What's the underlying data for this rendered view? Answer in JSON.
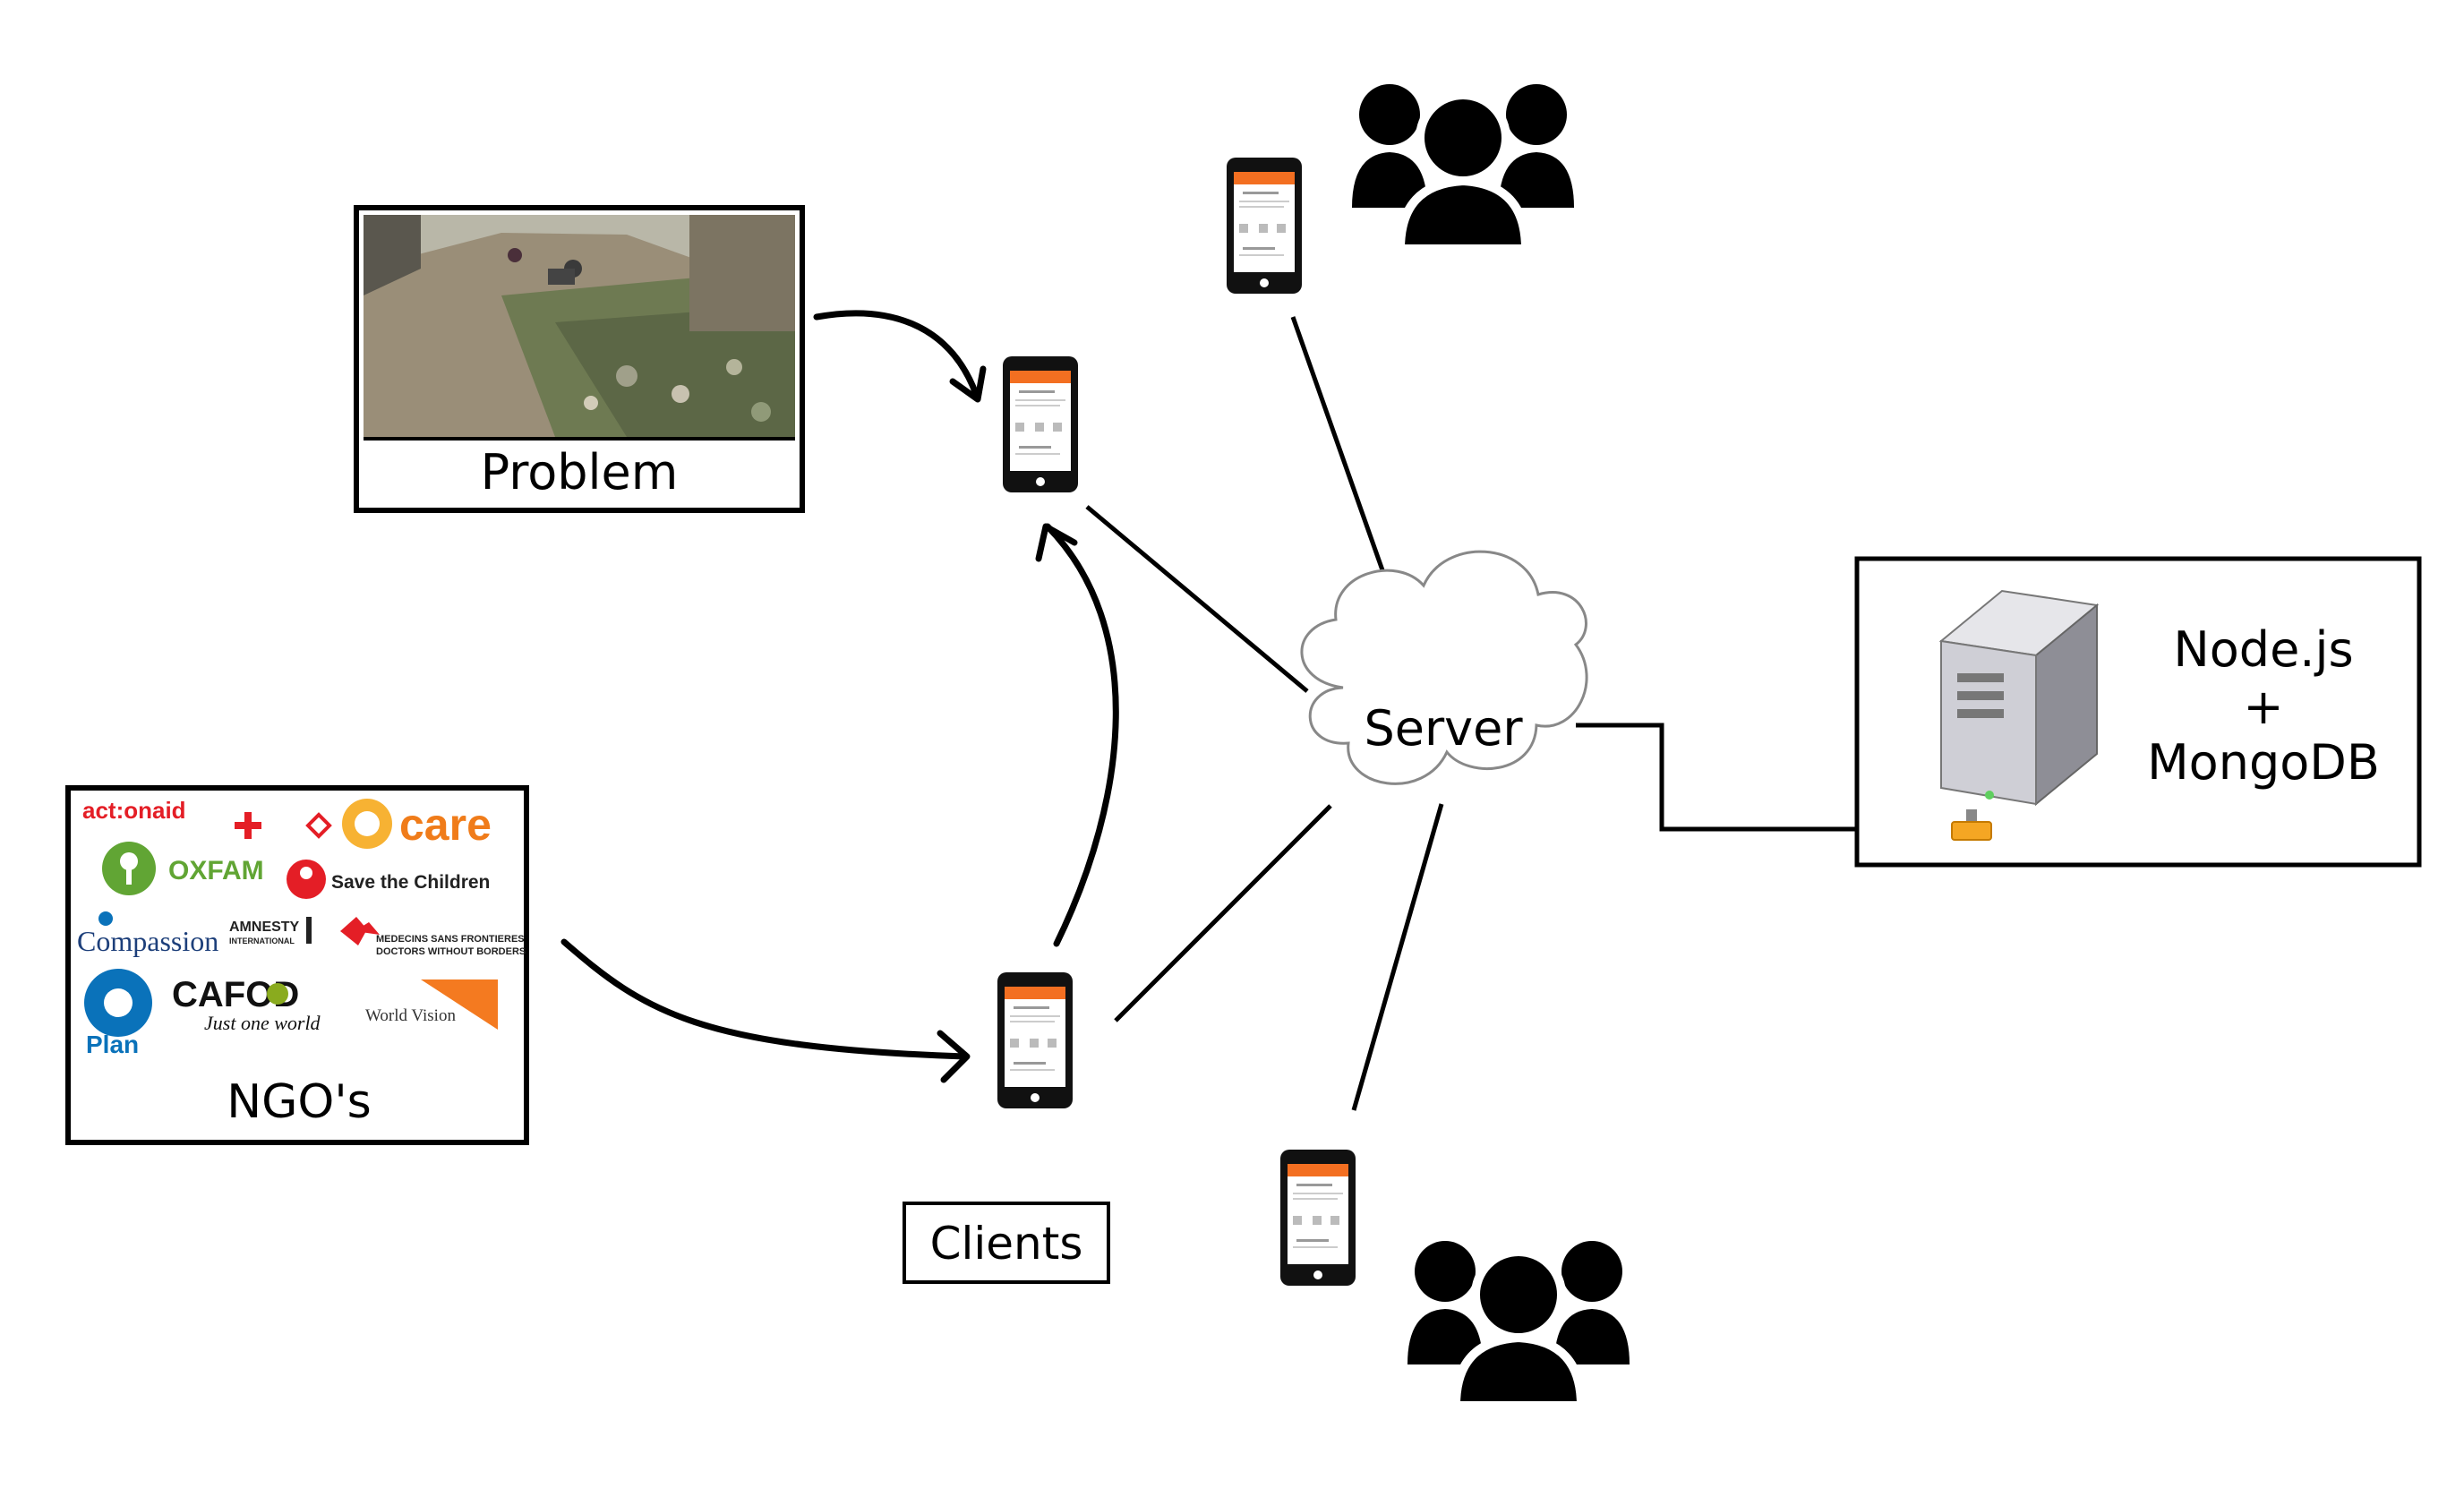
{
  "problem": {
    "label": "Problem"
  },
  "ngos": {
    "label": "NGO's",
    "logos": {
      "actionaid": "act:onaid",
      "care": "care",
      "oxfam": "OXFAM",
      "save_children": "Save the Children",
      "compassion": "Compassion",
      "amnesty": "AMNESTY",
      "amnesty_sub": "INTERNATIONAL",
      "msf_1": "MEDECINS SANS FRONTIERES",
      "msf_2": "DOCTORS WITHOUT BORDERS",
      "plan": "Plan",
      "cafod": "CAFOD",
      "cafod_sub": "Just one world",
      "world_vision": "World Vision"
    }
  },
  "clients": {
    "label": "Clients"
  },
  "server": {
    "label": "Server"
  },
  "backend": {
    "line1": "Node.js",
    "line2": "+",
    "line3": "MongoDB"
  },
  "colors": {
    "app_orange": "#f36f21",
    "oxfam_green": "#61a534",
    "care_orange": "#f07c1a",
    "redcross": "#e41e26",
    "plan_blue": "#0a72ba",
    "cafod_olive": "#8aab1e",
    "wv_orange": "#f47a20",
    "server_connector": "#f5a623"
  },
  "icons": [
    "smartphone-icon",
    "people-group-icon",
    "cloud-icon",
    "server-tower-icon"
  ]
}
